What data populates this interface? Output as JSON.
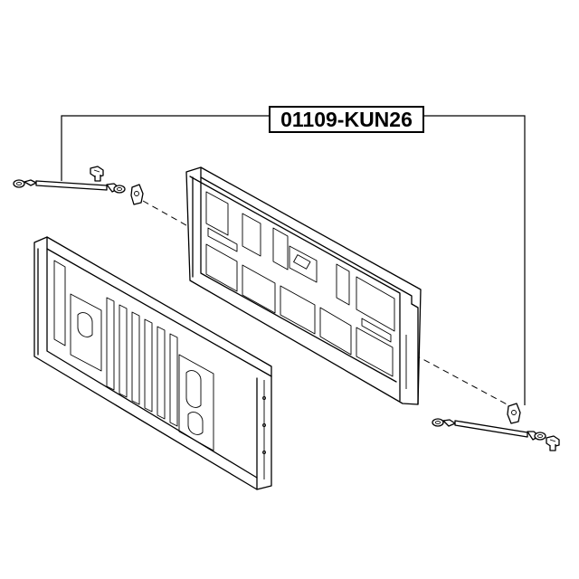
{
  "part_label": {
    "number": "01109-KUN26"
  },
  "parts": {
    "tailgate_inner_panel": "tailgate-inner-panel",
    "tailgate_outer_panel": "tailgate-outer-panel",
    "support_cable_left": "support-cable-left",
    "support_cable_right": "support-cable-right",
    "bolt_left": "bolt-left",
    "bolt_right": "bolt-right"
  }
}
